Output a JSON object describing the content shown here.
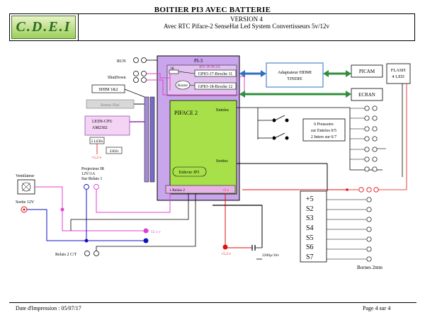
{
  "header": {
    "title": "BOITIER PI3 AVEC BATTERIE",
    "logo_text": "C.D.E.I",
    "version": "VERSION 4",
    "subtitle": "Avec RTC  Piface-2   SenseHat    Led System     Convertisseurs 5v/12v"
  },
  "footer": {
    "date": "Date d'Impression : 05/07/17",
    "page": "Page 4 sur 4"
  },
  "diagram": {
    "pi3_label": "PI-3",
    "rtc_label": "RTC-PI-PLUS",
    "resistor_label": "1K",
    "buzzer_label": "Buzzer",
    "gpio17_label": "GPIO-17-Broche 11",
    "gpio18_label": "GPIO-18-Broche 12",
    "run_label": "RUN",
    "shutdown_label": "ShutDown",
    "shim_label": "SHIM 1&2",
    "sensehat_label": "Sense-Hat",
    "leds_label_1": "LEDS-CPU",
    "leds_label_2": "AM2302",
    "leds5_label": "5 LEDs",
    "am_label": "2302r",
    "v52_label_top": "+5.2 v",
    "piface_label": "PIFACE 2",
    "entrees_label": "Entrées",
    "sorties_label": "Sorties",
    "enlever_label": "Enlever JP3",
    "relais_label": "1 Relais 2",
    "plus5v_label": "+5 v",
    "hdmi_label_1": "Adaptateur HDMI",
    "hdmi_label_2": "TINDIE",
    "picam_label": "PICAM",
    "ecran_label": "ECRAN",
    "flash_label_1": "FLASH",
    "flash_label_2": "4 LED",
    "poussoirs_1": "6 Poussoirs",
    "poussoirs_2": "sur Entrées 0/5",
    "poussoirs_3": "2 Inters sur 6/7",
    "ventilateur_label": "Ventilateur",
    "sortie12_label": "Sortie 12V",
    "projecteur_1": "Projecteur IR",
    "projecteur_2": "12V/1A",
    "projecteur_3": "Sur Relais 1",
    "v121_label": "12.1 v",
    "relais2_label": "Relais 2 C/T",
    "v52_label_bottom": "+5.2 v",
    "cap_label": "2200µ/16v",
    "bornes_label": "Bornes 2mm",
    "outputs": [
      "+5",
      "S2",
      "S3",
      "S4",
      "S5",
      "S6",
      "S7"
    ],
    "colors": {
      "pi3": "#c9a6ec",
      "piface": "#a8e04a",
      "hdmi": "#2e6fc2",
      "green_link": "#2f8f3c",
      "pink": "#e040d0",
      "red": "#e01010",
      "blue": "#1010c0"
    }
  }
}
